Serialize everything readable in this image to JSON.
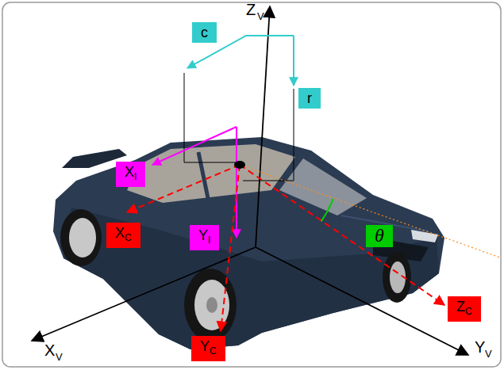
{
  "diagram": {
    "nodes": [
      {
        "text": [
          "c"
        ]
      },
      {
        "text": [
          "r"
        ]
      },
      {
        "text": [
          "X",
          "I"
        ]
      },
      {
        "text": [
          "X",
          "C"
        ]
      },
      {
        "text": [
          "θ"
        ]
      },
      {
        "text": [
          "Y",
          "I"
        ]
      },
      {
        "text": [
          "Z",
          "C"
        ]
      },
      {
        "text": [
          "Y",
          "C"
        ]
      }
    ],
    "labels": [
      "Z",
      "V",
      "X",
      "V",
      "Y",
      "V"
    ]
  }
}
